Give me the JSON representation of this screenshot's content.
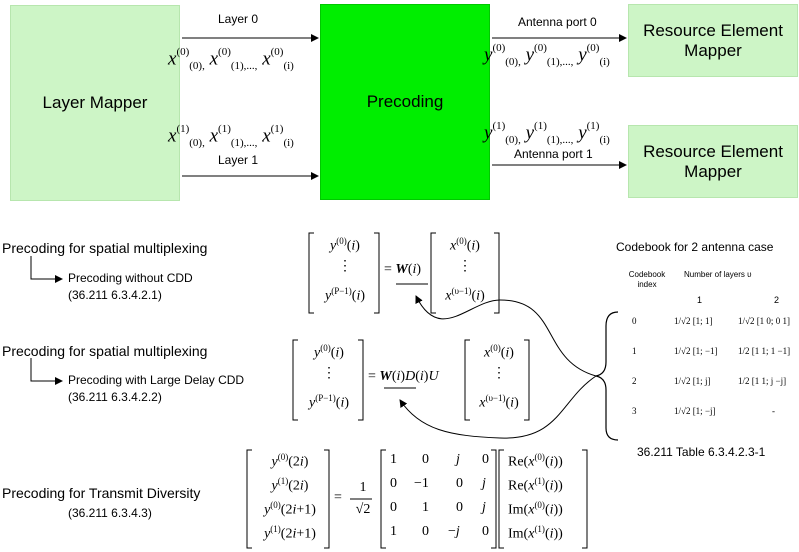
{
  "blocks": {
    "layer_mapper": "Layer Mapper",
    "precoding": "Precoding",
    "re_mapper_0": "Resource Element Mapper",
    "re_mapper_1": "Resource Element Mapper"
  },
  "connections": {
    "layer0_label": "Layer 0",
    "layer1_label": "Layer 1",
    "antenna0_label": "Antenna port 0",
    "antenna1_label": "Antenna port 1",
    "x0_sequence": "x(0)(0), x(0)(1),..., x(0)(i)",
    "x1_sequence": "x(1)(0), x(1)(1),..., x(1)(i)",
    "y0_sequence": "y(0)(0), y(0)(1),..., y(0)(i)",
    "y1_sequence": "y(1)(0), y(1)(1),..., y(1)(i)"
  },
  "sections": [
    {
      "title": "Precoding for spatial multiplexing",
      "subtitle": "Precoding without CDD",
      "ref": "(36.211 6.3.4.2.1)",
      "equation": "[y(0)(i); ⋮; y(P−1)(i)] = W(i) [x(0)(i); ⋮; x(υ−1)(i)]"
    },
    {
      "title": "Precoding for spatial multiplexing",
      "subtitle": "Precoding with Large Delay CDD",
      "ref": "(36.211 6.3.4.2.2)",
      "equation": "[y(0)(i); ⋮; y(P−1)(i)] = W(i)D(i)U [x(0)(i); ⋮; x(υ−1)(i)]"
    },
    {
      "title": "Precoding for Transmit Diversity",
      "ref": "(36.211 6.3.4.3)",
      "equation": "[y(0)(2i); y(1)(2i); y(0)(2i+1); y(1)(2i+1)] = 1/√2 [1 0 j 0; 0 −1 0 j; 0 1 0 j; 1 0 −j 0] [Re(x(0)(i)); Re(x(1)(i)); Im(x(0)(i)); Im(x(1)(i))]"
    }
  ],
  "codebook": {
    "title": "Codebook for 2 antenna case",
    "index_header": "Codebook index",
    "layers_header": "Number of layers υ",
    "layer_cols": [
      "1",
      "2"
    ],
    "rows": [
      {
        "index": "0",
        "one_layer": "1/√2 [1; 1]",
        "two_layers": "1/√2 [1 0; 0 1]"
      },
      {
        "index": "1",
        "one_layer": "1/√2 [1; −1]",
        "two_layers": "1/2 [1 1; 1 −1]"
      },
      {
        "index": "2",
        "one_layer": "1/√2 [1; j]",
        "two_layers": "1/2 [1 1; j −j]"
      },
      {
        "index": "3",
        "one_layer": "1/√2 [1; −j]",
        "two_layers": "-"
      }
    ],
    "caption": "36.211 Table 6.3.4.2.3-1"
  }
}
